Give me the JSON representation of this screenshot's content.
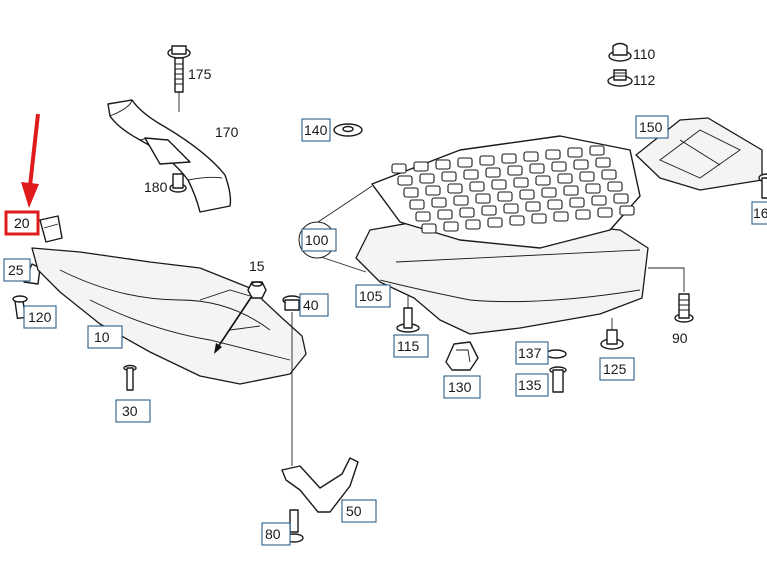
{
  "diagram": {
    "highlight_color": "#e01b1b",
    "label_border_color": "#2a5f8a",
    "highlighted_part": "20",
    "callouts": [
      {
        "id": "110",
        "label": "110"
      },
      {
        "id": "112",
        "label": "112"
      },
      {
        "id": "175",
        "label": "175"
      },
      {
        "id": "170",
        "label": "170"
      },
      {
        "id": "140",
        "label": "140"
      },
      {
        "id": "150",
        "label": "150"
      },
      {
        "id": "16x",
        "label": "16"
      },
      {
        "id": "180",
        "label": "180"
      },
      {
        "id": "20",
        "label": "20"
      },
      {
        "id": "100",
        "label": "100"
      },
      {
        "id": "25",
        "label": "25"
      },
      {
        "id": "15",
        "label": "15"
      },
      {
        "id": "105",
        "label": "105"
      },
      {
        "id": "90",
        "label": "90"
      },
      {
        "id": "40",
        "label": "40"
      },
      {
        "id": "120",
        "label": "120"
      },
      {
        "id": "10",
        "label": "10"
      },
      {
        "id": "115",
        "label": "115"
      },
      {
        "id": "137",
        "label": "137"
      },
      {
        "id": "125",
        "label": "125"
      },
      {
        "id": "135",
        "label": "135"
      },
      {
        "id": "130",
        "label": "130"
      },
      {
        "id": "30",
        "label": "30"
      },
      {
        "id": "50",
        "label": "50"
      },
      {
        "id": "80",
        "label": "80"
      }
    ]
  }
}
